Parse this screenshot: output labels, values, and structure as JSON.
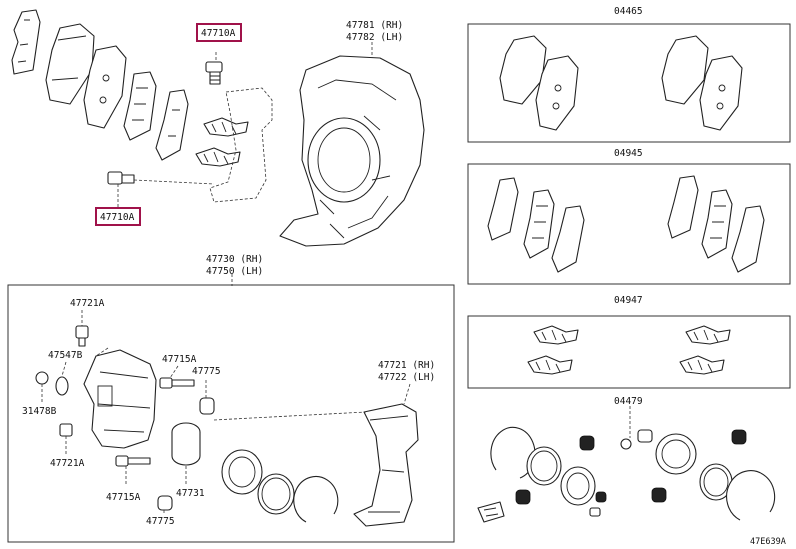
{
  "diagram": {
    "corner_code": "47E639A",
    "labels": {
      "p47710a_top": "47710A",
      "p47710a_bottom": "47710A",
      "p47781": "47781 (RH)",
      "p47782": "47782 (LH)",
      "p47730": "47730 (RH)",
      "p47750": "47750 (LH)",
      "p47721a_top": "47721A",
      "p47547b": "47547B",
      "p31478b": "31478B",
      "p47721a_bottom": "47721A",
      "p47715a_top": "47715A",
      "p47775_top": "47775",
      "p47731": "47731",
      "p47715a_bottom": "47715A",
      "p47775_bottom": "47775",
      "p47721": "47721 (RH)",
      "p47722": "47722 (LH)"
    },
    "kits": {
      "k04465": "04465",
      "k04945": "04945",
      "k04947": "04947",
      "k04479": "04479"
    }
  }
}
